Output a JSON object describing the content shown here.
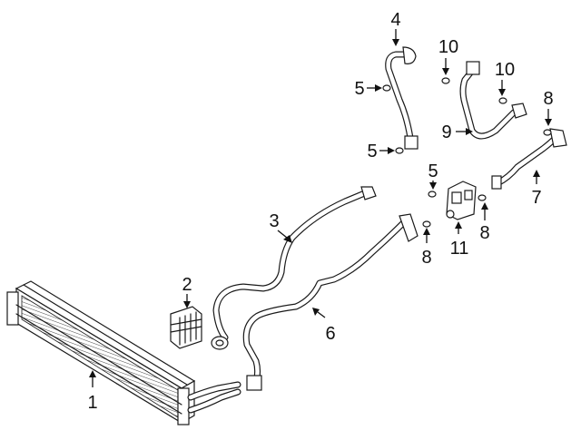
{
  "callouts": [
    {
      "id": "1",
      "label": "1"
    },
    {
      "id": "2",
      "label": "2"
    },
    {
      "id": "3",
      "label": "3"
    },
    {
      "id": "4",
      "label": "4"
    },
    {
      "id": "5a",
      "label": "5"
    },
    {
      "id": "5b",
      "label": "5"
    },
    {
      "id": "5c",
      "label": "5"
    },
    {
      "id": "6",
      "label": "6"
    },
    {
      "id": "7",
      "label": "7"
    },
    {
      "id": "8a",
      "label": "8"
    },
    {
      "id": "8b",
      "label": "8"
    },
    {
      "id": "8c",
      "label": "8"
    },
    {
      "id": "9",
      "label": "9"
    },
    {
      "id": "10a",
      "label": "10"
    },
    {
      "id": "10b",
      "label": "10"
    },
    {
      "id": "11",
      "label": "11"
    }
  ]
}
